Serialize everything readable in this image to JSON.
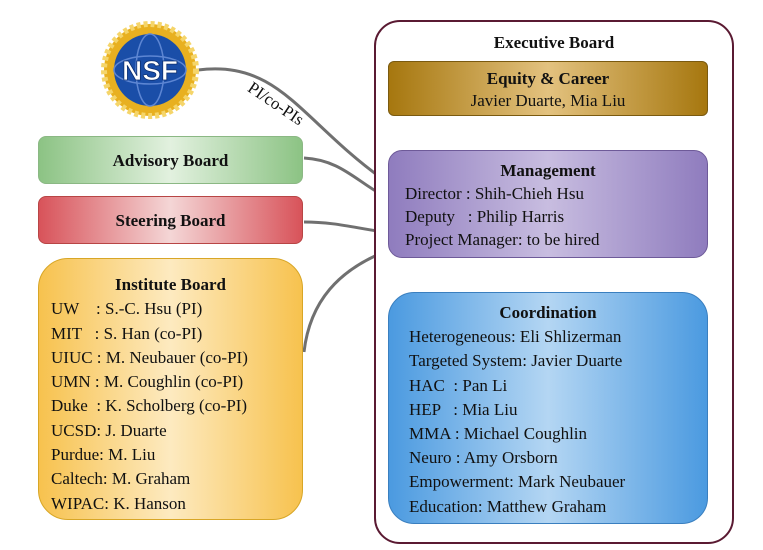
{
  "nsf_logo": {
    "text": "NSF",
    "colors": {
      "outer": "#e8b020",
      "inner": "#1a4ea8",
      "text": "#ffffff"
    }
  },
  "pi_label": "PI/co-PIs",
  "executive_board": {
    "title": "Executive Board",
    "equity": {
      "title": "Equity & Career",
      "members": "Javier Duarte, Mia Liu"
    },
    "management": {
      "title": "Management",
      "lines": [
        "Director : Shih-Chieh Hsu",
        "Deputy   : Philip Harris",
        "Project Manager: to be hired"
      ]
    },
    "coordination": {
      "title": "Coordination",
      "lines": [
        "Heterogeneous: Eli Shlizerman",
        "Targeted System: Javier Duarte",
        "HAC  : Pan Li",
        "HEP   : Mia Liu",
        "MMA : Michael Coughlin",
        "Neuro : Amy Orsborn",
        "Empowerment: Mark Neubauer",
        "Education: Matthew Graham"
      ]
    }
  },
  "advisory_board": {
    "title": "Advisory Board"
  },
  "steering_board": {
    "title": "Steering Board"
  },
  "institute_board": {
    "title": "Institute Board",
    "lines": [
      "UW    : S.-C. Hsu (PI)",
      "MIT   : S. Han (co-PI)",
      "UIUC : M. Neubauer (co-PI)",
      "UMN : M. Coughlin (co-PI)",
      "Duke  : K. Scholberg (co-PI)",
      "UCSD: J. Duarte",
      "Purdue: M. Liu",
      "Caltech: M. Graham",
      "WIPAC: K. Hanson"
    ]
  }
}
